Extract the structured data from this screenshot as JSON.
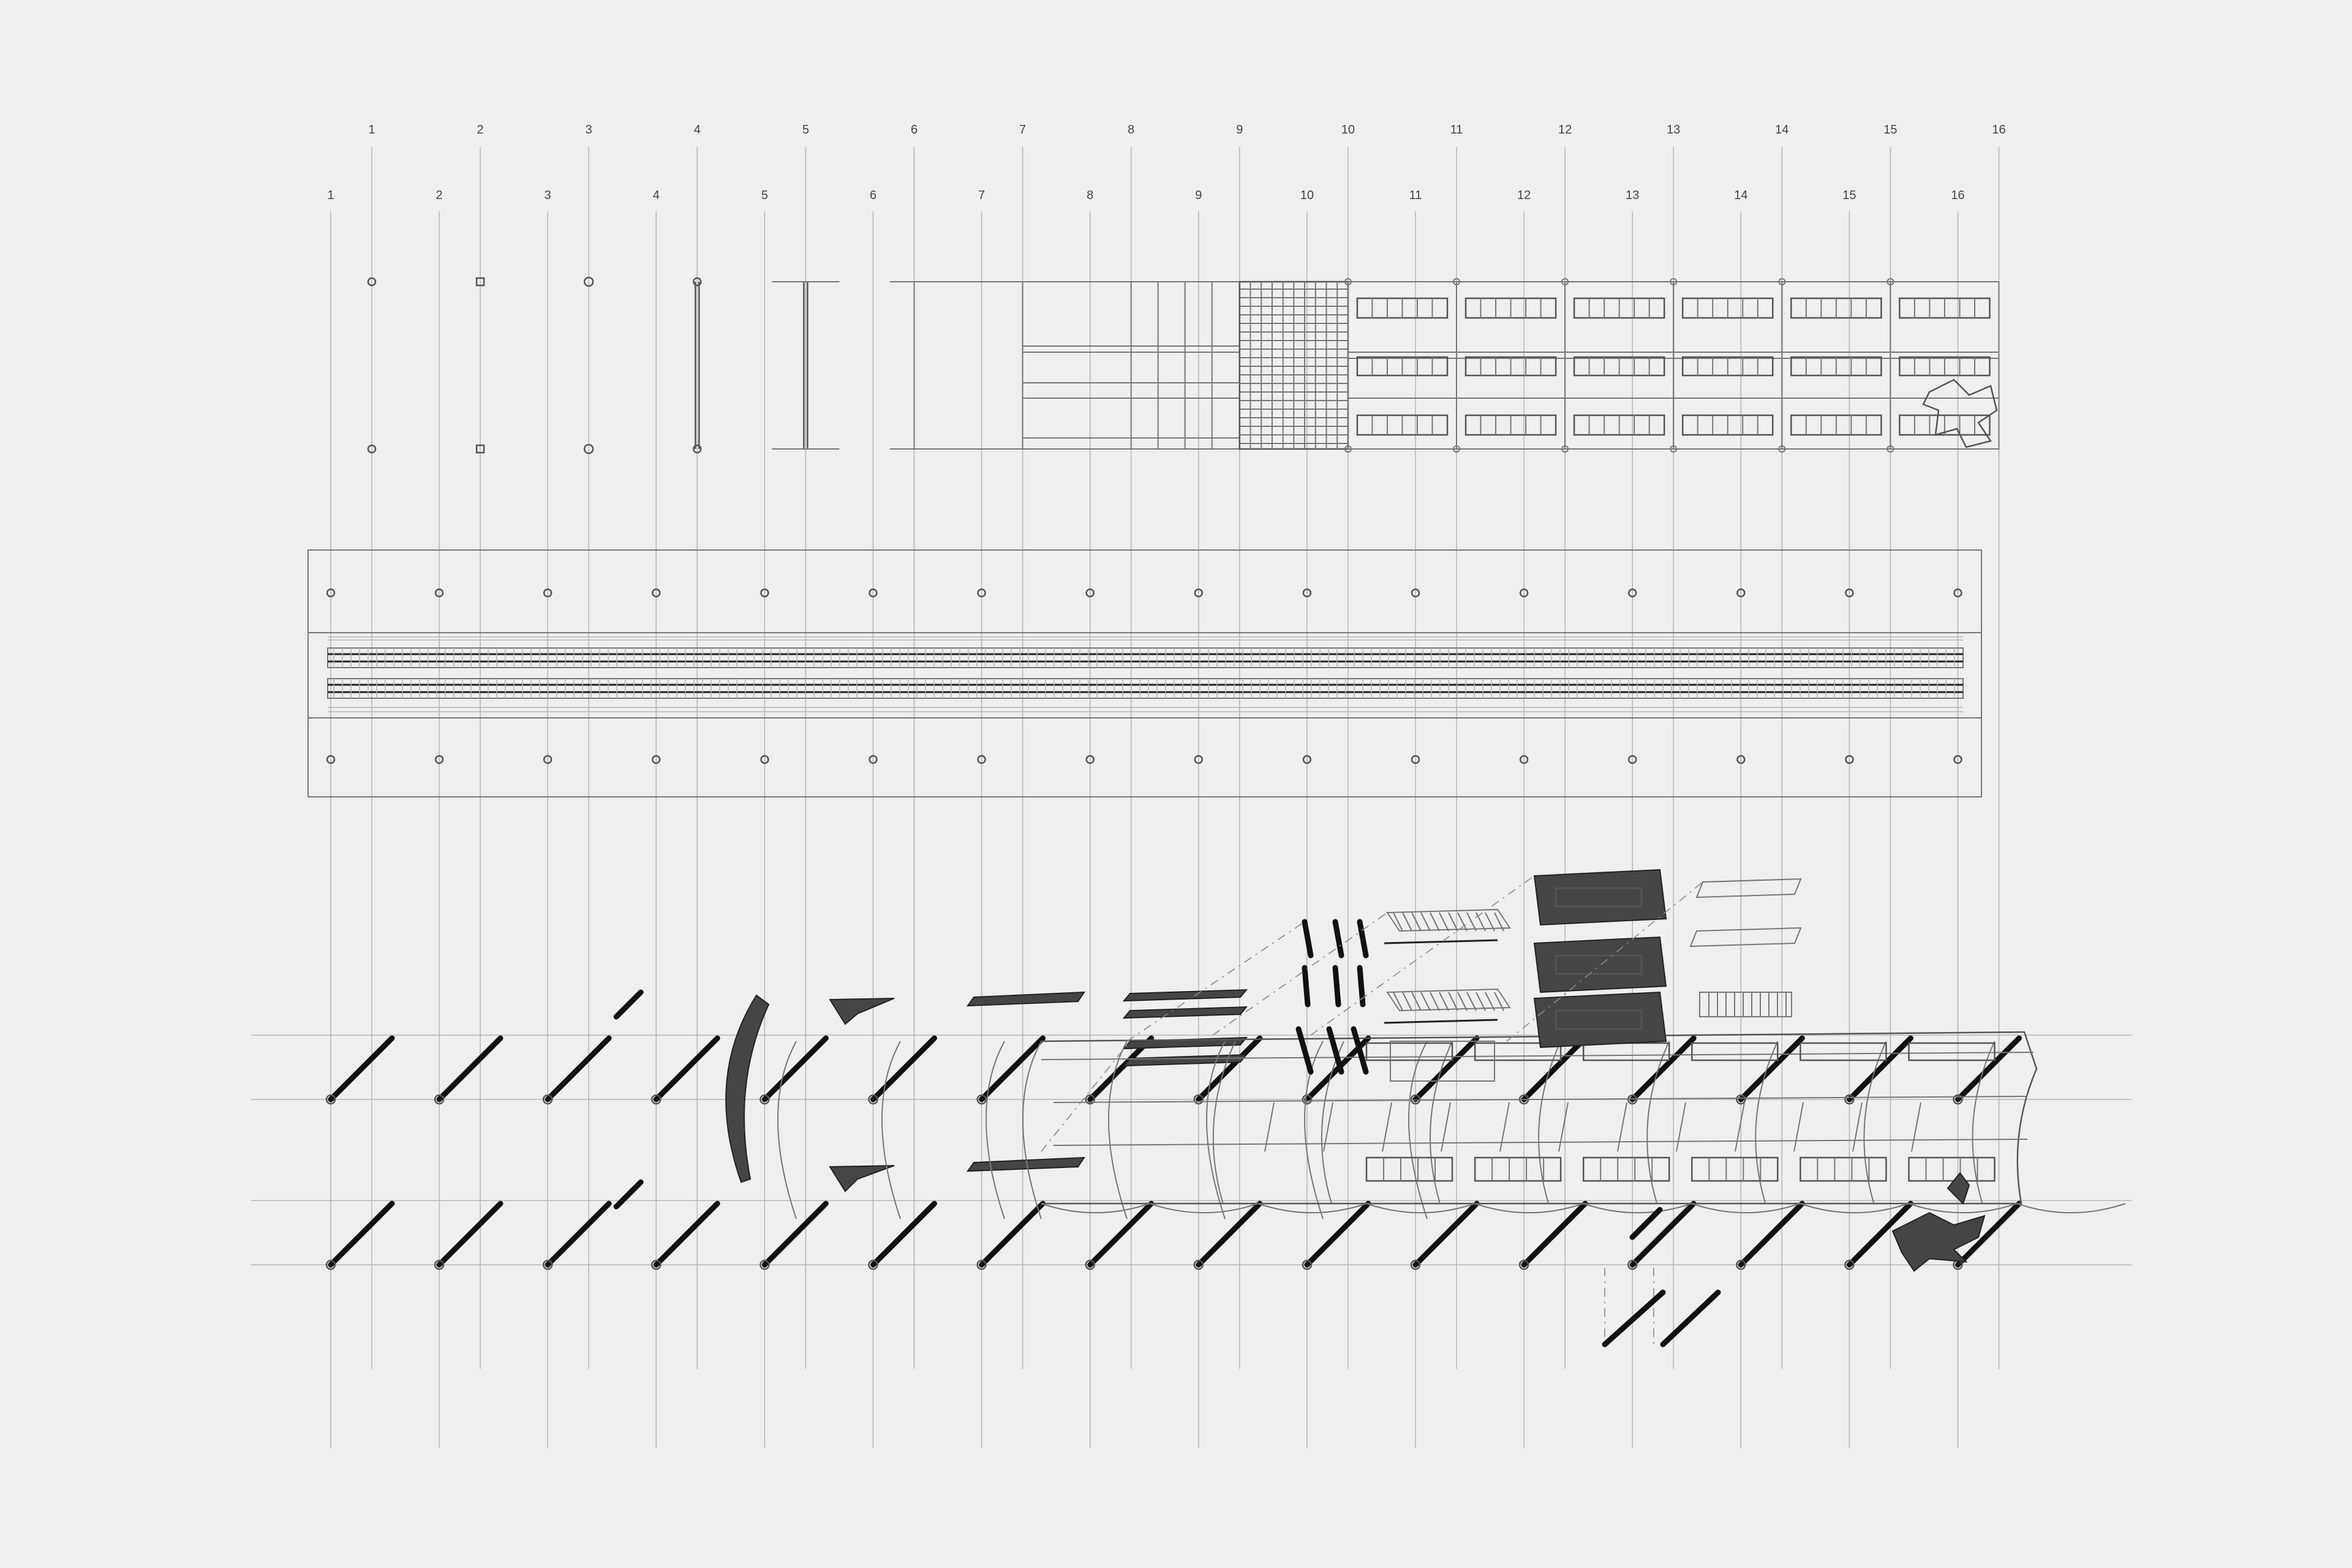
{
  "drawing": {
    "grid_labels_row_a": [
      "1",
      "2",
      "3",
      "4",
      "5",
      "6",
      "7",
      "8",
      "9",
      "10",
      "11",
      "12",
      "13",
      "14",
      "15",
      "16"
    ],
    "grid_labels_row_b": [
      "1",
      "2",
      "3",
      "4",
      "5",
      "6",
      "7",
      "8",
      "9",
      "10",
      "11",
      "12",
      "13",
      "14",
      "15",
      "16"
    ],
    "colors": {
      "background": "#efefef",
      "line": "#555555",
      "grid": "#b5b5b5",
      "solid": "#454545"
    }
  }
}
